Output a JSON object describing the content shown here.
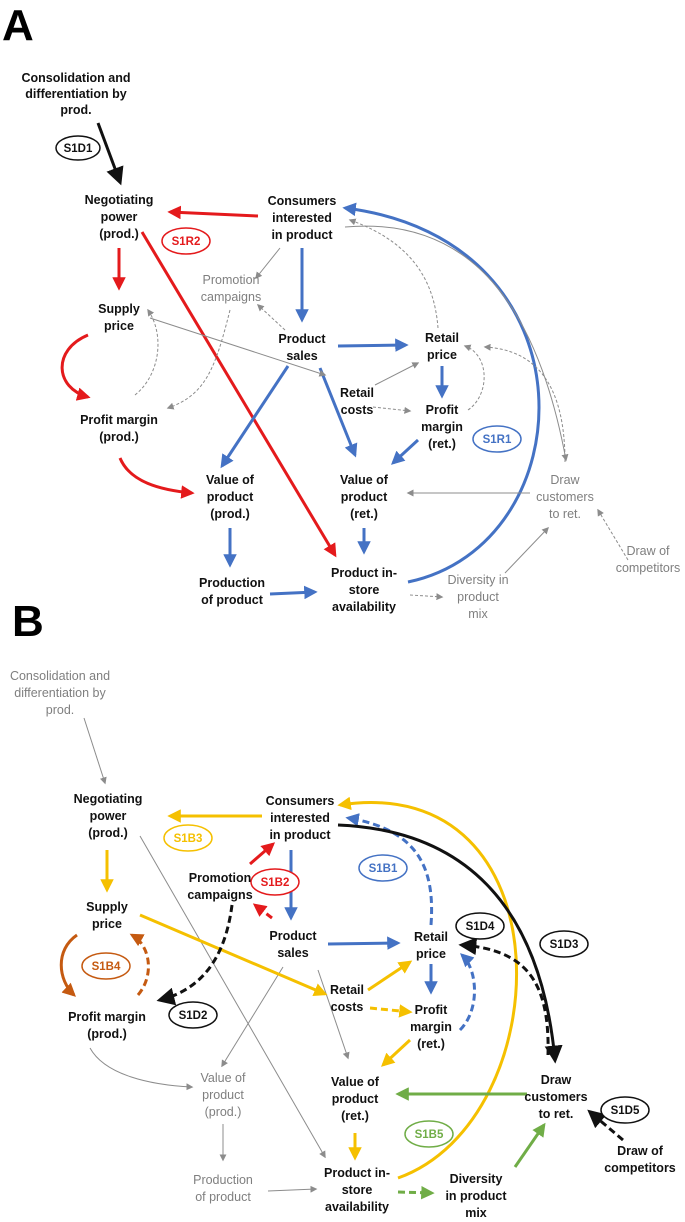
{
  "panels": {
    "a": "A",
    "b": "B"
  },
  "colors": {
    "black": "#111111",
    "gray": "#8c8c8c",
    "red": "#e41a1c",
    "blue": "#4472c4",
    "yellow": "#f5c000",
    "orange": "#c55a11",
    "green": "#70ad47"
  },
  "diagram_a": {
    "nodes": {
      "consolidation": [
        "Consolidation and",
        "differentiation by",
        "prod."
      ],
      "negotiating": [
        "Negotiating",
        "power",
        "(prod.)"
      ],
      "consumers": [
        "Consumers",
        "interested",
        "in product"
      ],
      "supply": [
        "Supply",
        "price"
      ],
      "promotion": [
        "Promotion",
        "campaigns"
      ],
      "sales": [
        "Product",
        "sales"
      ],
      "retail_price": [
        "Retail",
        "price"
      ],
      "retail_costs": [
        "Retail",
        "costs"
      ],
      "profit_prod": [
        "Profit margin",
        "(prod.)"
      ],
      "profit_ret": [
        "Profit",
        "margin",
        "(ret.)"
      ],
      "value_prod": [
        "Value of",
        "product",
        "(prod.)"
      ],
      "value_ret": [
        "Value of",
        "product",
        "(ret.)"
      ],
      "draw_customers": [
        "Draw",
        "customers",
        "to ret."
      ],
      "draw_competitors": [
        "Draw of",
        "competitors"
      ],
      "production": [
        "Production",
        "of product"
      ],
      "availability": [
        "Product in-",
        "store",
        "availability"
      ],
      "diversity": [
        "Diversity in",
        "product",
        "mix"
      ]
    },
    "loop_labels": {
      "s1d1": "S1D1",
      "s1r2": "S1R2",
      "s1r1": "S1R1"
    }
  },
  "diagram_b": {
    "nodes": {
      "consolidation": [
        "Consolidation and",
        "differentiation by",
        "prod."
      ],
      "negotiating": [
        "Negotiating",
        "power",
        "(prod.)"
      ],
      "consumers": [
        "Consumers",
        "interested",
        "in product"
      ],
      "supply": [
        "Supply",
        "price"
      ],
      "promotion": [
        "Promotion",
        "campaigns"
      ],
      "sales": [
        "Product",
        "sales"
      ],
      "retail_price": [
        "Retail",
        "price"
      ],
      "retail_costs": [
        "Retail",
        "costs"
      ],
      "profit_prod": [
        "Profit margin",
        "(prod.)"
      ],
      "profit_ret": [
        "Profit",
        "margin",
        "(ret.)"
      ],
      "value_prod": [
        "Value of",
        "product",
        "(prod.)"
      ],
      "value_ret": [
        "Value of",
        "product",
        "(ret.)"
      ],
      "draw_customers": [
        "Draw",
        "customers",
        "to ret."
      ],
      "draw_competitors": [
        "Draw of",
        "competitors"
      ],
      "production": [
        "Production",
        "of product"
      ],
      "availability": [
        "Product in-",
        "store",
        "availability"
      ],
      "diversity": [
        "Diversity",
        "in product",
        "mix"
      ]
    },
    "loop_labels": {
      "s1b3": "S1B3",
      "s1b2": "S1B2",
      "s1b1": "S1B1",
      "s1b4": "S1B4",
      "s1d4": "S1D4",
      "s1d3": "S1D3",
      "s1d2": "S1D2",
      "s1b5": "S1B5",
      "s1d5": "S1D5"
    }
  }
}
